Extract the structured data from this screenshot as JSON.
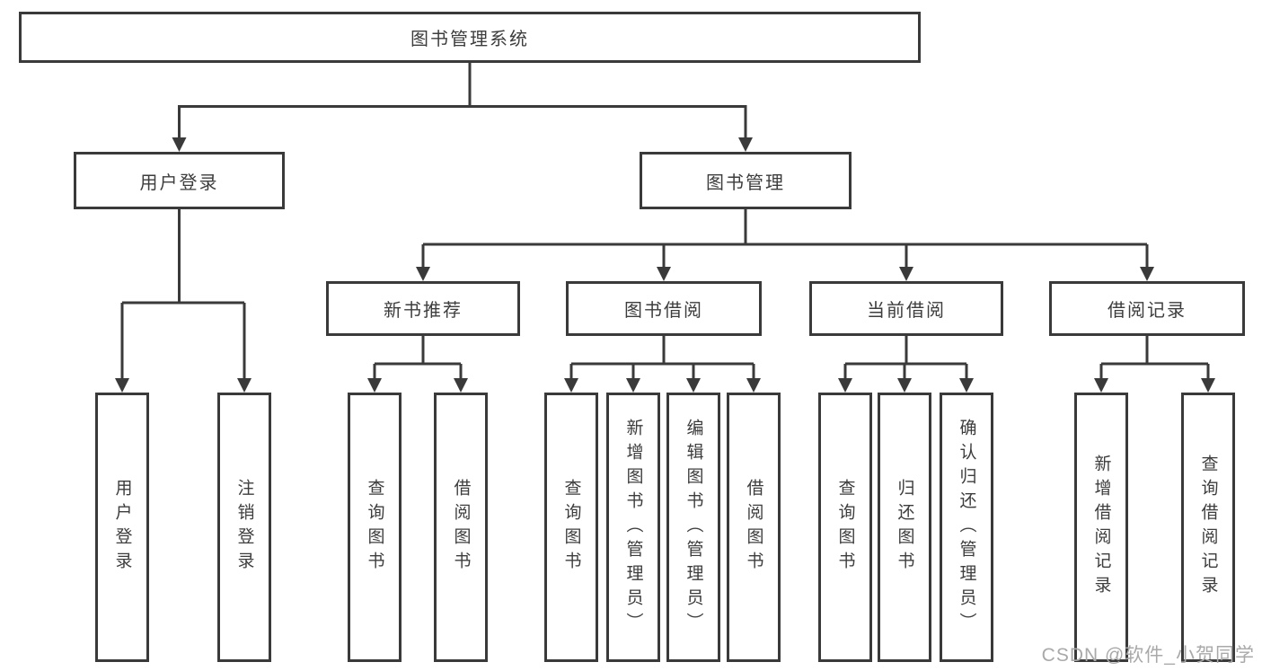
{
  "diagram": {
    "type": "tree",
    "root": {
      "label": "图书管理系统"
    },
    "branches": [
      {
        "label": "用户登录",
        "children": [
          "用户登录",
          "注销登录"
        ]
      },
      {
        "label": "图书管理",
        "children": [
          {
            "label": "新书推荐",
            "children": [
              "查询图书",
              "借阅图书"
            ]
          },
          {
            "label": "图书借阅",
            "children": [
              "查询图书",
              "新增图书（管理员）",
              "编辑图书（管理员）",
              "借阅图书"
            ]
          },
          {
            "label": "当前借阅",
            "children": [
              "查询图书",
              "归还图书",
              "确认归还（管理员）"
            ]
          },
          {
            "label": "借阅记录",
            "children": [
              "新增借阅记录",
              "查询借阅记录"
            ]
          }
        ]
      }
    ],
    "colors": {
      "line": "#3a3a3a",
      "box_border": "#3a3a3a",
      "box_fill": "#ffffff",
      "text": "#3d3d3d",
      "canvas": "#ffffff",
      "watermark": "#a9a9a9"
    }
  },
  "watermark": {
    "text": "CSDN @软件_小贺同学"
  }
}
